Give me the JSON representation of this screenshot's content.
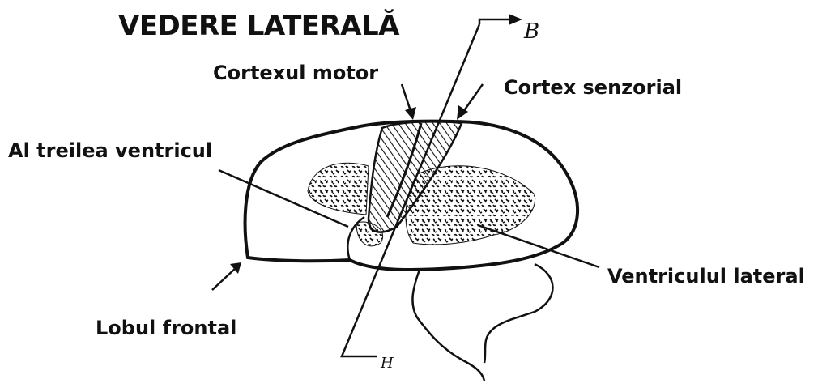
{
  "title": "VEDERE LATERALĂ",
  "labels": {
    "motor_cortex": "Cortexul motor",
    "sensory_cortex": "Cortex senzorial",
    "third_ventricle": "Al treilea ventricul",
    "lateral_ventricle": "Ventriculul lateral",
    "frontal_lobe": "Lobul frontal"
  },
  "hand_marks": {
    "section_b": "B",
    "section_h": "H"
  },
  "colors": {
    "ink": "#111111",
    "background": "#ffffff"
  }
}
